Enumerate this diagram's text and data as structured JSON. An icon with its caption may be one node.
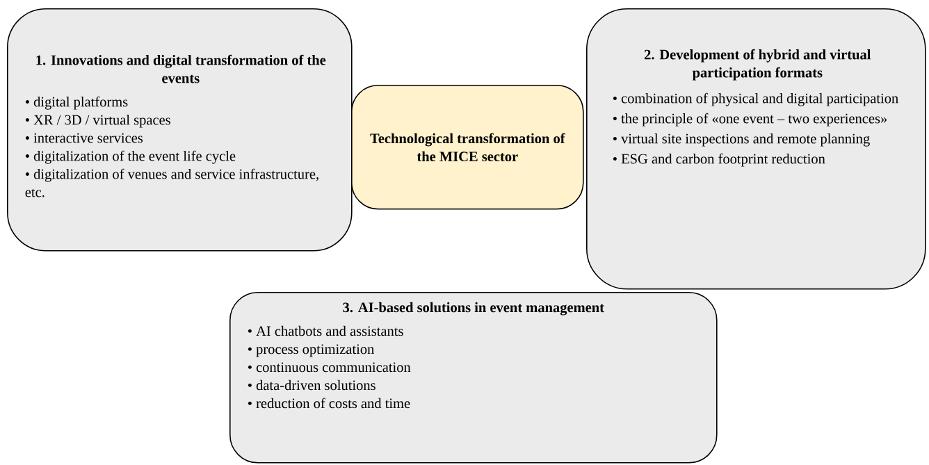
{
  "diagram": {
    "nodes": [
      {
        "text": [
          "1. Innovations and digital transformation of the events",
          "• digital platforms",
          "• XR / 3D / virtual spaces",
          "• interactive services",
          "• digitalization of the event life cycle",
          "• digitalization of venues and service infrastructure, etc."
        ]
      },
      {
        "text": [
          "Technological transformation of the MICE sector"
        ]
      },
      {
        "text": [
          "2. Development of hybrid and virtual participation formats",
          "• combination of physical and digital participation",
          "• the principle of  «one event – two experiences»",
          "• virtual site inspections and remote planning",
          "• ESG and carbon footprint reduction"
        ]
      },
      {
        "text": [
          "3. AI-based solutions in event management",
          "• AI chatbots and assistants",
          "•  process optimization",
          "• continuous communication",
          "•  data-driven solutions",
          "•  reduction of costs and time"
        ]
      }
    ]
  }
}
